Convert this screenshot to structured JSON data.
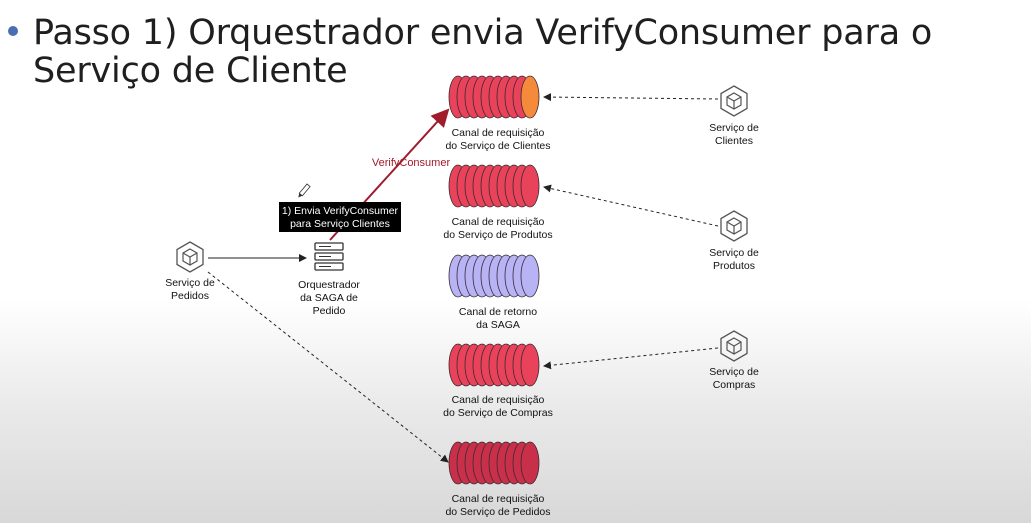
{
  "slide": {
    "title": "Passo 1) Orquestrador envia VerifyConsumer para o Serviço de Cliente"
  },
  "arrow_label": "VerifyConsumer",
  "tooltip": {
    "line1": "1) Envia VerifyConsumer",
    "line2": "para Serviço Clientes"
  },
  "services": {
    "pedidos": {
      "line1": "Serviço de",
      "line2": "Pedidos",
      "icon": "cube-icon"
    },
    "clientes": {
      "line1": "Serviço de",
      "line2": "Clientes",
      "icon": "cube-icon"
    },
    "produtos": {
      "line1": "Serviço de",
      "line2": "Produtos",
      "icon": "cube-icon"
    },
    "compras": {
      "line1": "Serviço de",
      "line2": "Compras",
      "icon": "cube-icon"
    }
  },
  "orchestrator": {
    "line1": "Orquestrador",
    "line2": "da SAGA de",
    "line3": "Pedido",
    "icon": "server-icon"
  },
  "channels": {
    "clientes": {
      "line1": "Canal de requisição",
      "line2": "do Serviço de Clientes"
    },
    "produtos": {
      "line1": "Canal de requisição",
      "line2": "do Serviço de Produtos"
    },
    "retorno": {
      "line1": "Canal de retorno",
      "line2": "da SAGA"
    },
    "compras": {
      "line1": "Canal de requisição",
      "line2": "do Serviço de Compras"
    },
    "pedidos": {
      "line1": "Canal de requisição",
      "line2": "do Serviço de Pedidos"
    }
  },
  "colors": {
    "queue_red": "#e8435a",
    "queue_red_dark": "#c8304a",
    "queue_blue": "#b7b3f5",
    "queue_highlight": "#f58a3a",
    "arrow_red": "#a01b2c",
    "bullet": "#4a6fb0"
  }
}
